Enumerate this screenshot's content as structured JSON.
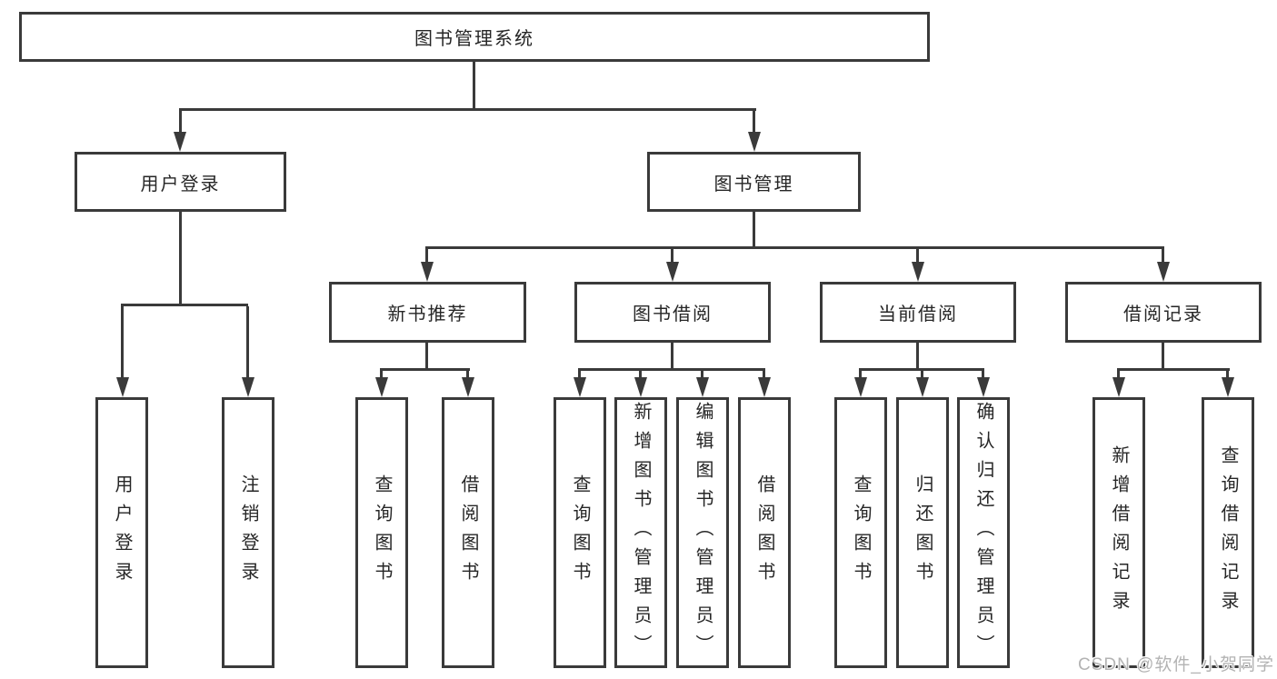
{
  "diagram": {
    "root": {
      "label": "图书管理系统"
    },
    "branches": [
      {
        "label": "用户登录",
        "children": [
          {
            "label": "用户登录"
          },
          {
            "label": "注销登录"
          }
        ]
      },
      {
        "label": "图书管理",
        "children": [
          {
            "label": "新书推荐",
            "children": [
              {
                "label": "查询图书"
              },
              {
                "label": "借阅图书"
              }
            ]
          },
          {
            "label": "图书借阅",
            "children": [
              {
                "label": "查询图书"
              },
              {
                "label": "新增图书（管理员）"
              },
              {
                "label": "编辑图书（管理员）"
              },
              {
                "label": "借阅图书"
              }
            ]
          },
          {
            "label": "当前借阅",
            "children": [
              {
                "label": "查询图书"
              },
              {
                "label": "归还图书"
              },
              {
                "label": "确认归还（管理员）"
              }
            ]
          },
          {
            "label": "借阅记录",
            "children": [
              {
                "label": "新增借阅记录"
              },
              {
                "label": "查询借阅记录"
              }
            ]
          }
        ]
      }
    ]
  },
  "watermark": {
    "text": "CSDN @软件_小贺同学"
  },
  "colors": {
    "line": "#3a3a3a",
    "text": "#262626",
    "background": "#ffffff",
    "watermark": "#b3b3b3"
  }
}
